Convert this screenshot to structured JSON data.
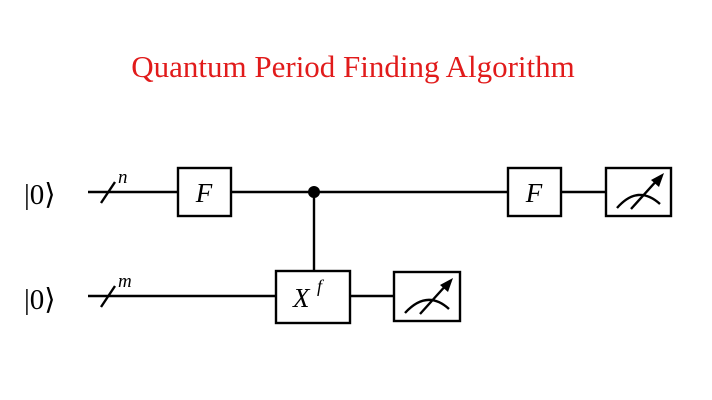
{
  "title": "Quantum Period Finding Algorithm",
  "colors": {
    "title": "#e11b1b",
    "lines": "#000000",
    "background": "#ffffff"
  },
  "wires": [
    {
      "input_state": "|0⟩",
      "register_size": "n",
      "gates": [
        {
          "kind": "box",
          "label": "F",
          "superscript": ""
        },
        {
          "kind": "control",
          "label": "",
          "superscript": ""
        },
        {
          "kind": "box",
          "label": "F",
          "superscript": ""
        },
        {
          "kind": "measurement",
          "label": "",
          "superscript": ""
        }
      ]
    },
    {
      "input_state": "|0⟩",
      "register_size": "m",
      "gates": [
        {
          "kind": "box",
          "label": "X",
          "superscript": "f"
        },
        {
          "kind": "measurement",
          "label": "",
          "superscript": ""
        }
      ]
    }
  ]
}
